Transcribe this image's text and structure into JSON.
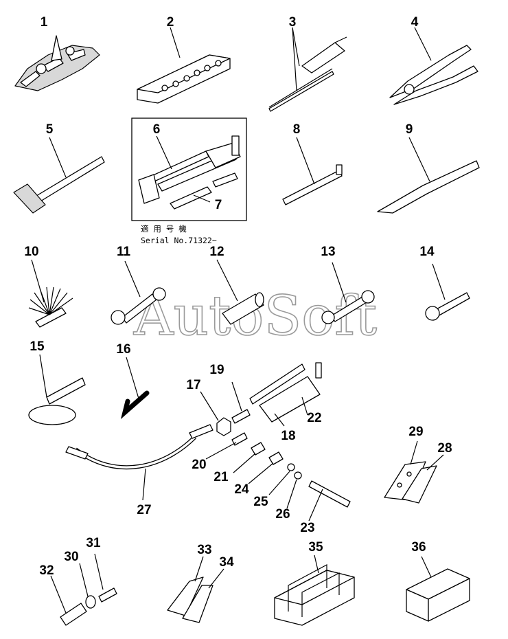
{
  "title": "",
  "note": {
    "line1": "適 用 号 機",
    "line2": "Serial No.71322~"
  },
  "watermark": "AutoSoft",
  "callouts": [
    "1",
    "2",
    "3",
    "4",
    "5",
    "6",
    "7",
    "8",
    "9",
    "10",
    "11",
    "12",
    "13",
    "14",
    "15",
    "16",
    "17",
    "18",
    "19",
    "20",
    "21",
    "22",
    "23",
    "24",
    "25",
    "26",
    "27",
    "28",
    "29",
    "30",
    "31",
    "32",
    "33",
    "34",
    "35",
    "36"
  ],
  "parts": [
    {
      "id": "1",
      "icon": "wrench-set-icon"
    },
    {
      "id": "2",
      "icon": "socket-case-icon"
    },
    {
      "id": "3",
      "icon": "screwdriver-icon"
    },
    {
      "id": "4",
      "icon": "pliers-icon"
    },
    {
      "id": "5",
      "icon": "hammer-icon"
    },
    {
      "id": "6",
      "icon": "grease-gun-icon"
    },
    {
      "id": "7",
      "icon": "grease-hose-icon"
    },
    {
      "id": "8",
      "icon": "extension-bar-icon"
    },
    {
      "id": "9",
      "icon": "pry-bar-icon"
    },
    {
      "id": "10",
      "icon": "feeler-gauge-icon"
    },
    {
      "id": "11",
      "icon": "spanner-icon"
    },
    {
      "id": "12",
      "icon": "pipe-wrench-icon"
    },
    {
      "id": "13",
      "icon": "spanner-icon"
    },
    {
      "id": "14",
      "icon": "spanner-icon"
    },
    {
      "id": "15",
      "icon": "filter-wrench-icon"
    },
    {
      "id": "16",
      "icon": "hex-key-icon"
    },
    {
      "id": "17",
      "icon": "nut-icon"
    },
    {
      "id": "18",
      "icon": "grease-gun-icon"
    },
    {
      "id": "19",
      "icon": "nozzle-icon"
    },
    {
      "id": "20",
      "icon": "fitting-icon"
    },
    {
      "id": "21",
      "icon": "adapter-icon"
    },
    {
      "id": "22",
      "icon": "lever-icon"
    },
    {
      "id": "23",
      "icon": "rod-icon"
    },
    {
      "id": "24",
      "icon": "fitting-icon"
    },
    {
      "id": "25",
      "icon": "fitting-icon"
    },
    {
      "id": "26",
      "icon": "nut-icon"
    },
    {
      "id": "27",
      "icon": "hose-icon"
    },
    {
      "id": "28",
      "icon": "plate-icon"
    },
    {
      "id": "29",
      "icon": "plate-icon"
    },
    {
      "id": "30",
      "icon": "washer-icon"
    },
    {
      "id": "31",
      "icon": "bolt-icon"
    },
    {
      "id": "32",
      "icon": "sleeve-icon"
    },
    {
      "id": "33",
      "icon": "plate-icon"
    },
    {
      "id": "34",
      "icon": "bracket-icon"
    },
    {
      "id": "35",
      "icon": "tool-bag-icon"
    },
    {
      "id": "36",
      "icon": "box-icon"
    }
  ]
}
